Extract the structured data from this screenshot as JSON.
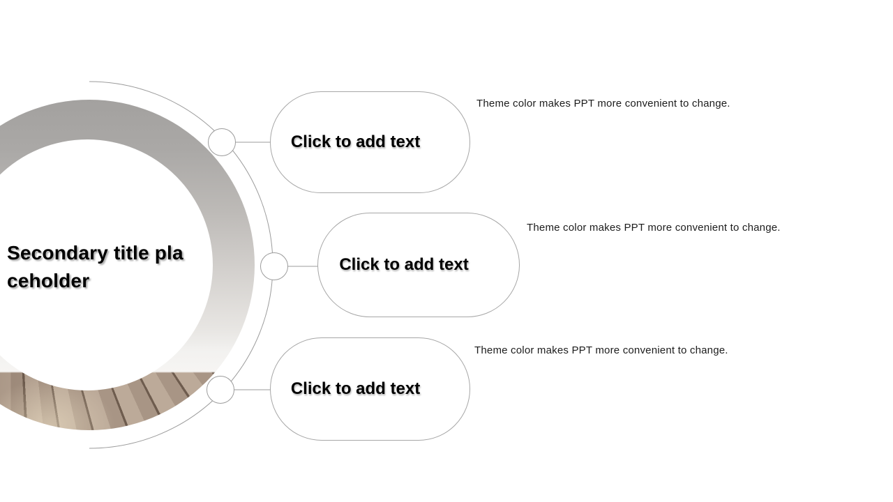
{
  "slide": {
    "title": {
      "full": "Secondary title placeholder",
      "line1": "Secondary title pla",
      "line2": "ceholder"
    },
    "items": [
      {
        "placeholder": "Click to add text",
        "note": "Theme color makes PPT more convenient to change."
      },
      {
        "placeholder": "Click to add text",
        "note": "Theme color makes PPT more convenient to change."
      },
      {
        "placeholder": "Click to add text",
        "note": "Theme color makes PPT more convenient to change."
      }
    ],
    "colors": {
      "outline": "#9b9b9b",
      "pill_border": "#a6a6a6",
      "text": "#000000",
      "note_text": "#1c1c1c",
      "background": "#ffffff"
    }
  }
}
